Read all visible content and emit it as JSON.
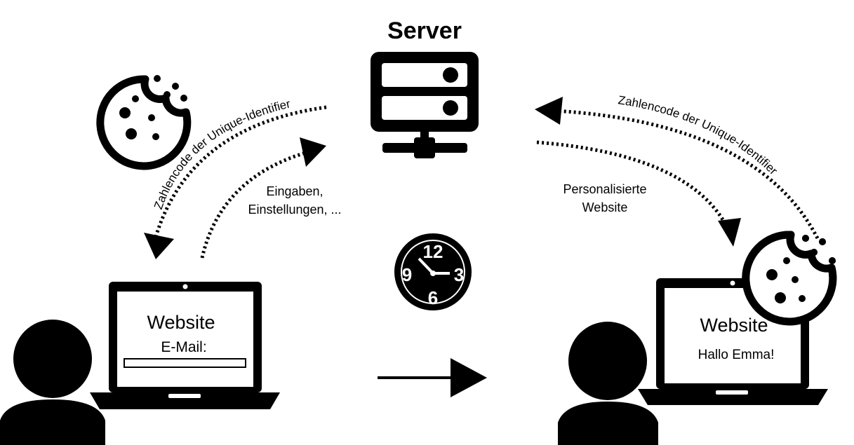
{
  "server": {
    "title": "Server"
  },
  "left_client": {
    "label_website": "Website",
    "label_email": "E-Mail:"
  },
  "right_client": {
    "label_website": "Website",
    "greeting": "Hallo Emma!"
  },
  "arrows": {
    "to_left_label": "Zahlencode der Unique-Identifier",
    "left_input_label_line1": "Eingaben,",
    "left_input_label_line2": "Einstellungen, ...",
    "from_right_label": "Zahlencode der Unique-Identifier",
    "personalized_line1": "Personalisierte",
    "personalized_line2": "Website"
  },
  "clock": {
    "n12": "12",
    "n3": "3",
    "n6": "6",
    "n9": "9"
  },
  "colors": {
    "ink": "#000000",
    "paper": "#ffffff"
  }
}
